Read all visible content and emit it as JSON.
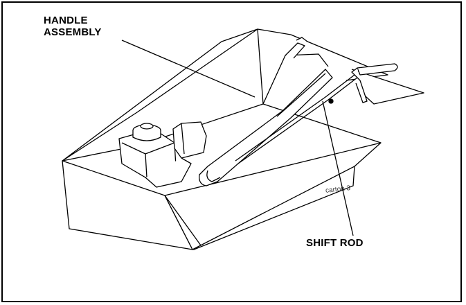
{
  "labels": {
    "handle_line1": "HANDLE",
    "handle_line2": "ASSEMBLY",
    "shift_rod": "SHIFT ROD",
    "carton": "carton 3"
  },
  "colors": {
    "line": "#000000",
    "shade": "#f2f2f2",
    "background": "#ffffff"
  }
}
